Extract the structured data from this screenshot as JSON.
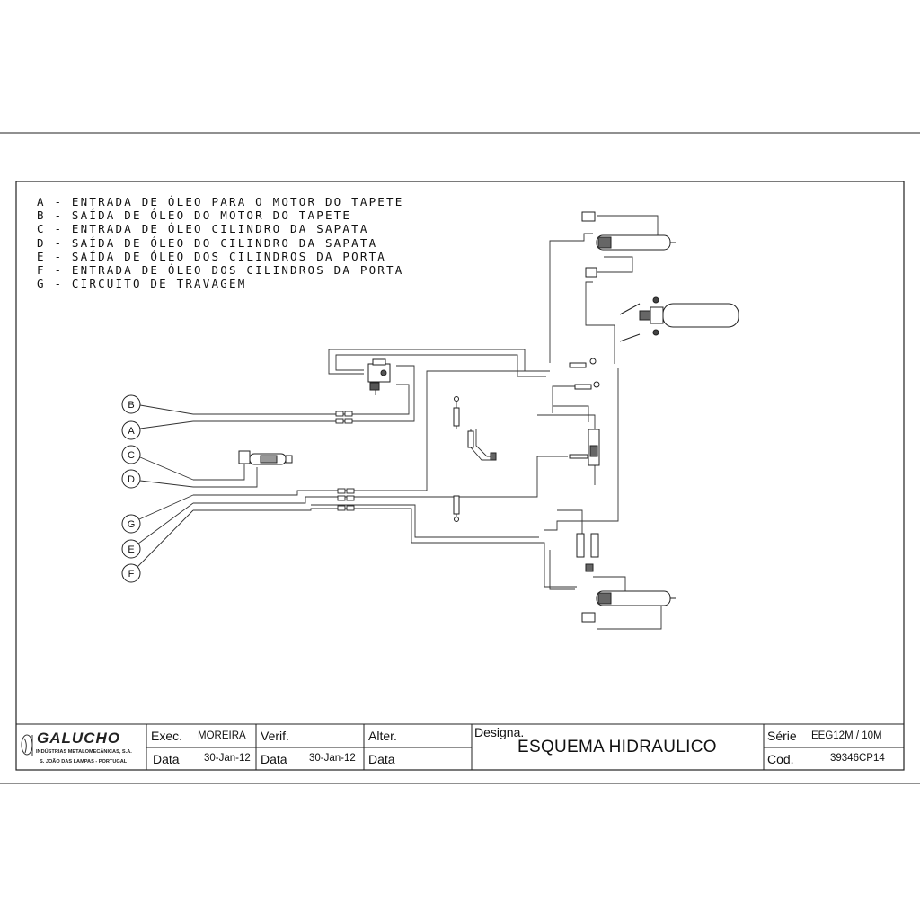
{
  "legend": [
    "A - ENTRADA DE ÓLEO PARA O MOTOR DO TAPETE",
    "B - SAÍDA DE ÓLEO DO MOTOR DO TAPETE",
    "C - ENTRADA DE ÓLEO CILINDRO DA SAPATA",
    "D - SAÍDA DE ÓLEO DO CILINDRO DA SAPATA",
    "E - SAÍDA DE ÓLEO DOS CILINDROS DA PORTA",
    "F - ENTRADA DE ÓLEO DOS CILINDROS DA PORTA",
    "G - CIRCUITO DE TRAVAGEM"
  ],
  "callouts": [
    "B",
    "A",
    "C",
    "D",
    "G",
    "E",
    "F"
  ],
  "title_block": {
    "company": "GALUCHO",
    "company_sub1": "INDÚSTRIAS METALOMECÂNICAS, S.A.",
    "company_sub2": "S. JOÃO DAS LAMPAS - PORTUGAL",
    "exec_label": "Exec.",
    "exec_value": "MOREIRA",
    "verif_label": "Verif.",
    "alter_label": "Alter.",
    "data_label_1": "Data",
    "data_value_1": "30-Jan-12",
    "data_label_2": "Data",
    "data_value_2": "30-Jan-12",
    "data_label_3": "Data",
    "designa_label": "Designa.",
    "designa_value": "ESQUEMA HIDRAULICO",
    "serie_label": "Série",
    "serie_value": "EEG12M / 10M",
    "cod_label": "Cod.",
    "cod_value": "39346CP14"
  }
}
